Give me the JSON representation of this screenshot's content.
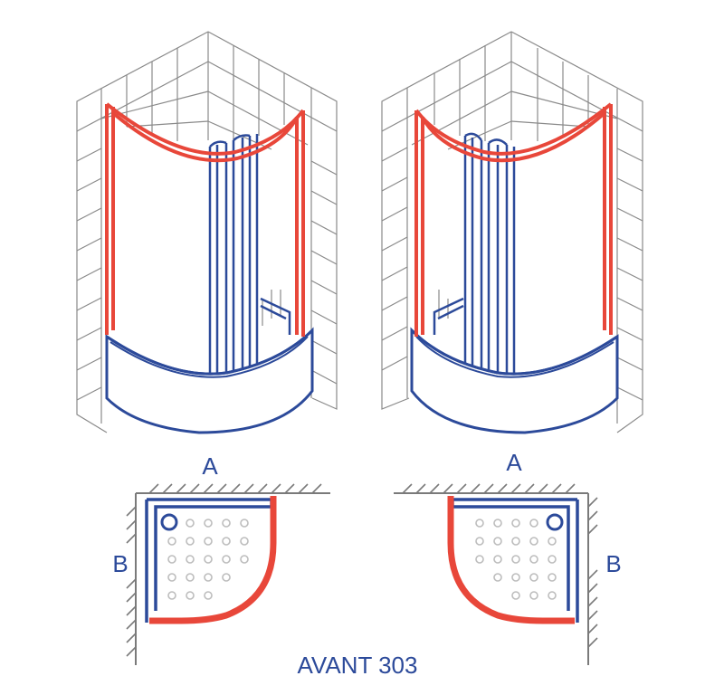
{
  "labels": {
    "width_left": "A",
    "depth_left": "B",
    "width_right": "A",
    "depth_right": "B"
  },
  "caption": "AVANT 303",
  "colors": {
    "profile": "#e8473a",
    "outline": "#2c4a9a",
    "tile": "#8a8a8a",
    "dots": "#bdbdbd",
    "hatch": "#7a7a7a"
  }
}
